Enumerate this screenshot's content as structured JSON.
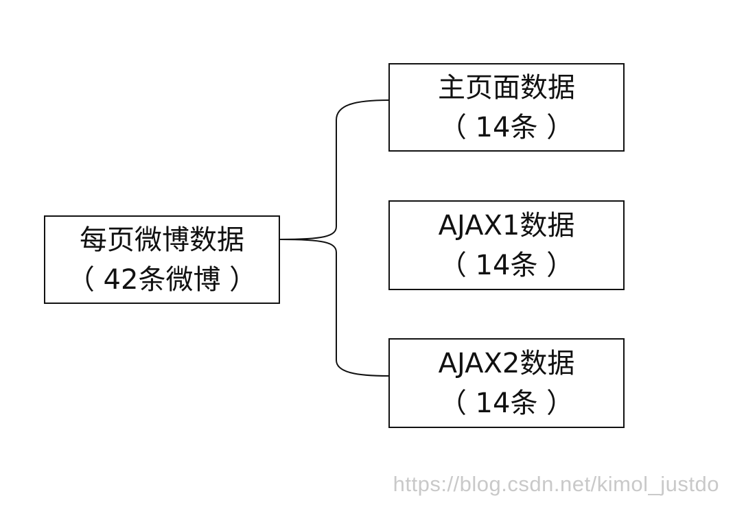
{
  "root": {
    "line1": "每页微博数据",
    "line2": "（ 42条微博 ）"
  },
  "children": [
    {
      "line1": "主页面数据",
      "line2": "（ 14条 ）"
    },
    {
      "line1": "AJAX1数据",
      "line2": "（ 14条 ）"
    },
    {
      "line1": "AJAX2数据",
      "line2": "（ 14条 ）"
    }
  ],
  "watermark": "https://blog.csdn.net/kimol_justdo",
  "colors": {
    "stroke": "#111111",
    "watermark": "#c9c9c9"
  }
}
